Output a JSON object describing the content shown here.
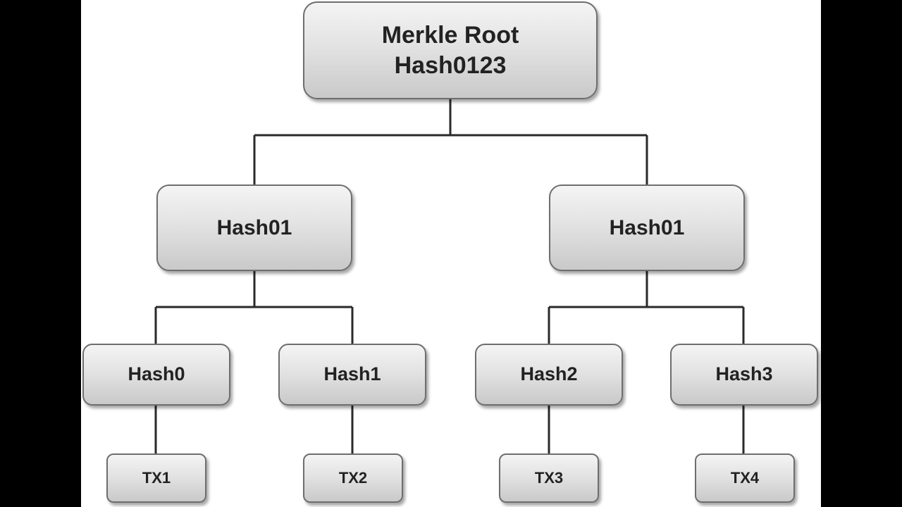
{
  "diagram": {
    "root": {
      "line1": "Merkle Root",
      "line2": "Hash0123"
    },
    "level1": [
      {
        "label": "Hash01"
      },
      {
        "label": "Hash01"
      }
    ],
    "level2": [
      {
        "label": "Hash0"
      },
      {
        "label": "Hash1"
      },
      {
        "label": "Hash2"
      },
      {
        "label": "Hash3"
      }
    ],
    "transactions": [
      {
        "label": "TX1"
      },
      {
        "label": "TX2"
      },
      {
        "label": "TX3"
      },
      {
        "label": "TX4"
      }
    ],
    "colors": {
      "node_border": "#6e6e6e",
      "node_fill_top": "#f4f4f4",
      "node_fill_bottom": "#c9c9c9",
      "connector": "#2a2a2a",
      "text": "#222222",
      "background": "#ffffff",
      "letterbox": "#000000"
    }
  }
}
